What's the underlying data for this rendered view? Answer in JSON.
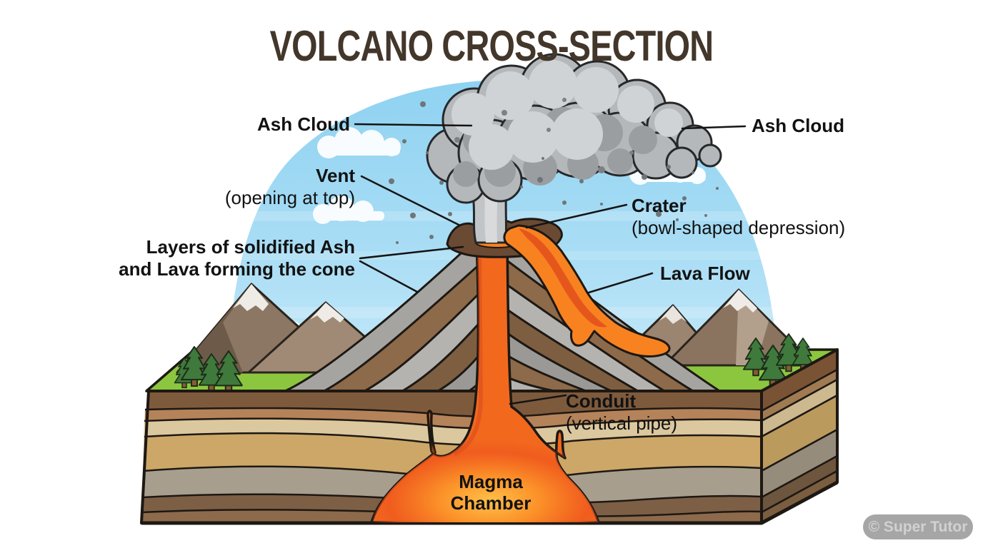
{
  "title": "VOLCANO CROSS-SECTION",
  "watermark": "© Super Tutor",
  "labels": {
    "ash_cloud_left": "Ash Cloud",
    "ash_cloud_right": "Ash Cloud",
    "vent_title": "Vent",
    "vent_sub": "(opening at top)",
    "crater_title": "Crater",
    "crater_sub": "(bowl-shaped depression)",
    "layers_line1": "Layers of solidified Ash",
    "layers_line2": "and Lava forming the cone",
    "lava_flow": "Lava Flow",
    "conduit_title": "Conduit",
    "conduit_sub": "(vertical pipe)",
    "magma_line1": "Magma",
    "magma_line2": "Chamber"
  },
  "colors": {
    "title_text": "#43362a",
    "sky": "#a9ddf5",
    "smoke": "#b5b8ba",
    "lava": "#f5791f",
    "magma_core": "#ffc04a",
    "magma_edge": "#ee4f1d",
    "grass": "#8cc63f",
    "cone_gray": "#a5a4a0",
    "cone_brown": "#8c6a4a",
    "outline": "#1d1813"
  }
}
